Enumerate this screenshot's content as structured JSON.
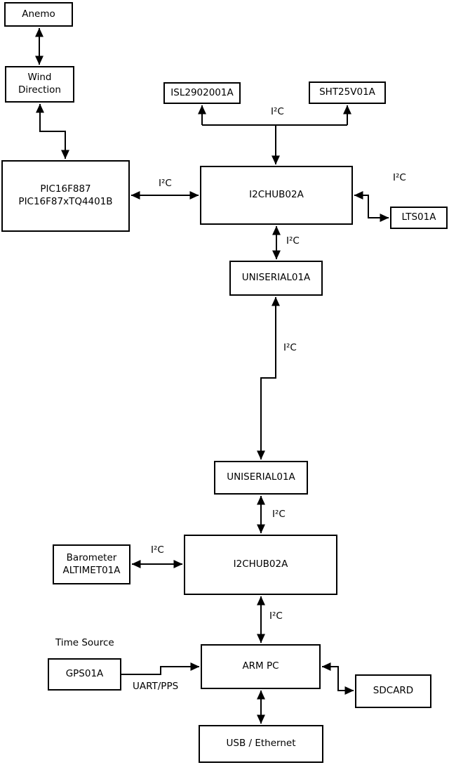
{
  "diagram": {
    "nodes": {
      "anemo": {
        "label": "Anemo"
      },
      "wind_direction": {
        "label": "Wind\nDirection"
      },
      "pic": {
        "label": "PIC16F887\nPIC16F87xTQ4401B"
      },
      "isl": {
        "label": "ISL2902001A"
      },
      "sht": {
        "label": "SHT25V01A"
      },
      "i2chub_top": {
        "label": "I2CHUB02A"
      },
      "lts": {
        "label": "LTS01A"
      },
      "uniserial_top": {
        "label": "UNISERIAL01A"
      },
      "uniserial_bottom": {
        "label": "UNISERIAL01A"
      },
      "i2chub_bottom": {
        "label": "I2CHUB02A"
      },
      "barometer": {
        "label": "Barometer\nALTIMET01A"
      },
      "arm_pc": {
        "label": "ARM PC"
      },
      "gps": {
        "label": "GPS01A"
      },
      "sdcard": {
        "label": "SDCARD"
      },
      "usb_ethernet": {
        "label": "USB / Ethernet"
      }
    },
    "edge_labels": {
      "i2c": "I²C",
      "time_source": "Time Source",
      "uart_pps": "UART/PPS"
    },
    "colors": {
      "line": "#000000",
      "box_border": "#000000",
      "box_fill": "#ffffff",
      "background": "#ffffff",
      "text": "#000000"
    }
  }
}
